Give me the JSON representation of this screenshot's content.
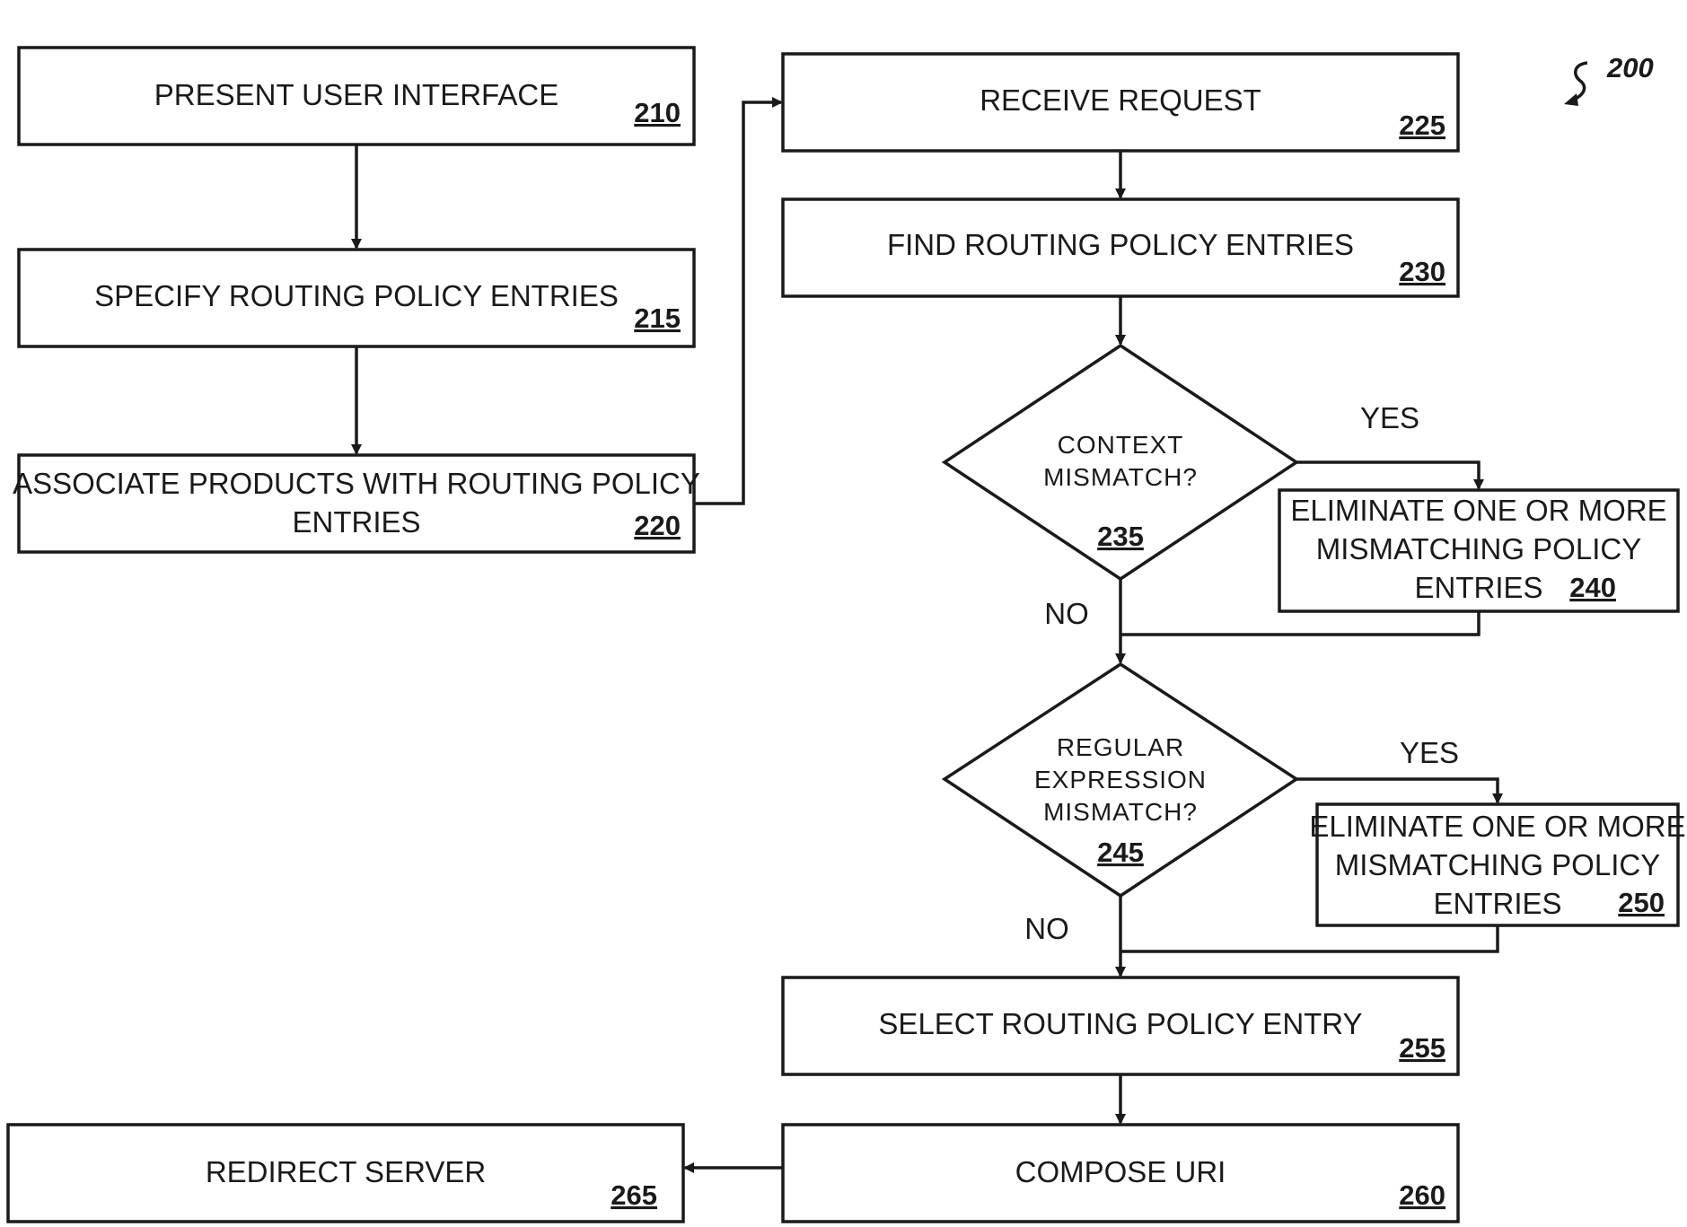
{
  "figure_ref": "200",
  "steps": {
    "s210": {
      "label": "PRESENT USER INTERFACE",
      "ref": "210"
    },
    "s215": {
      "label": "SPECIFY ROUTING POLICY ENTRIES",
      "ref": "215"
    },
    "s220": {
      "line1": "ASSOCIATE PRODUCTS WITH  ROUTING POLICY",
      "line2": "ENTRIES",
      "ref": "220"
    },
    "s225": {
      "label": "RECEIVE REQUEST",
      "ref": "225"
    },
    "s230": {
      "label": "FIND ROUTING POLICY ENTRIES",
      "ref": "230"
    },
    "s235": {
      "line1": "CONTEXT",
      "line2": "MISMATCH?",
      "ref": "235"
    },
    "s240": {
      "line1": "ELIMINATE ONE OR MORE",
      "line2": "MISMATCHING POLICY",
      "line3": "ENTRIES",
      "ref": "240"
    },
    "s245": {
      "line1": "REGULAR",
      "line2": "EXPRESSION",
      "line3": "MISMATCH?",
      "ref": "245"
    },
    "s250": {
      "line1": "ELIMINATE ONE OR MORE",
      "line2": "MISMATCHING POLICY",
      "line3": "ENTRIES",
      "ref": "250"
    },
    "s255": {
      "label": "SELECT ROUTING POLICY ENTRY",
      "ref": "255"
    },
    "s260": {
      "label": "COMPOSE URI",
      "ref": "260"
    },
    "s265": {
      "label": "REDIRECT SERVER",
      "ref": "265"
    }
  },
  "branches": {
    "yes_235": "YES",
    "no_235": "NO",
    "yes_245": "YES",
    "no_245": "NO"
  }
}
